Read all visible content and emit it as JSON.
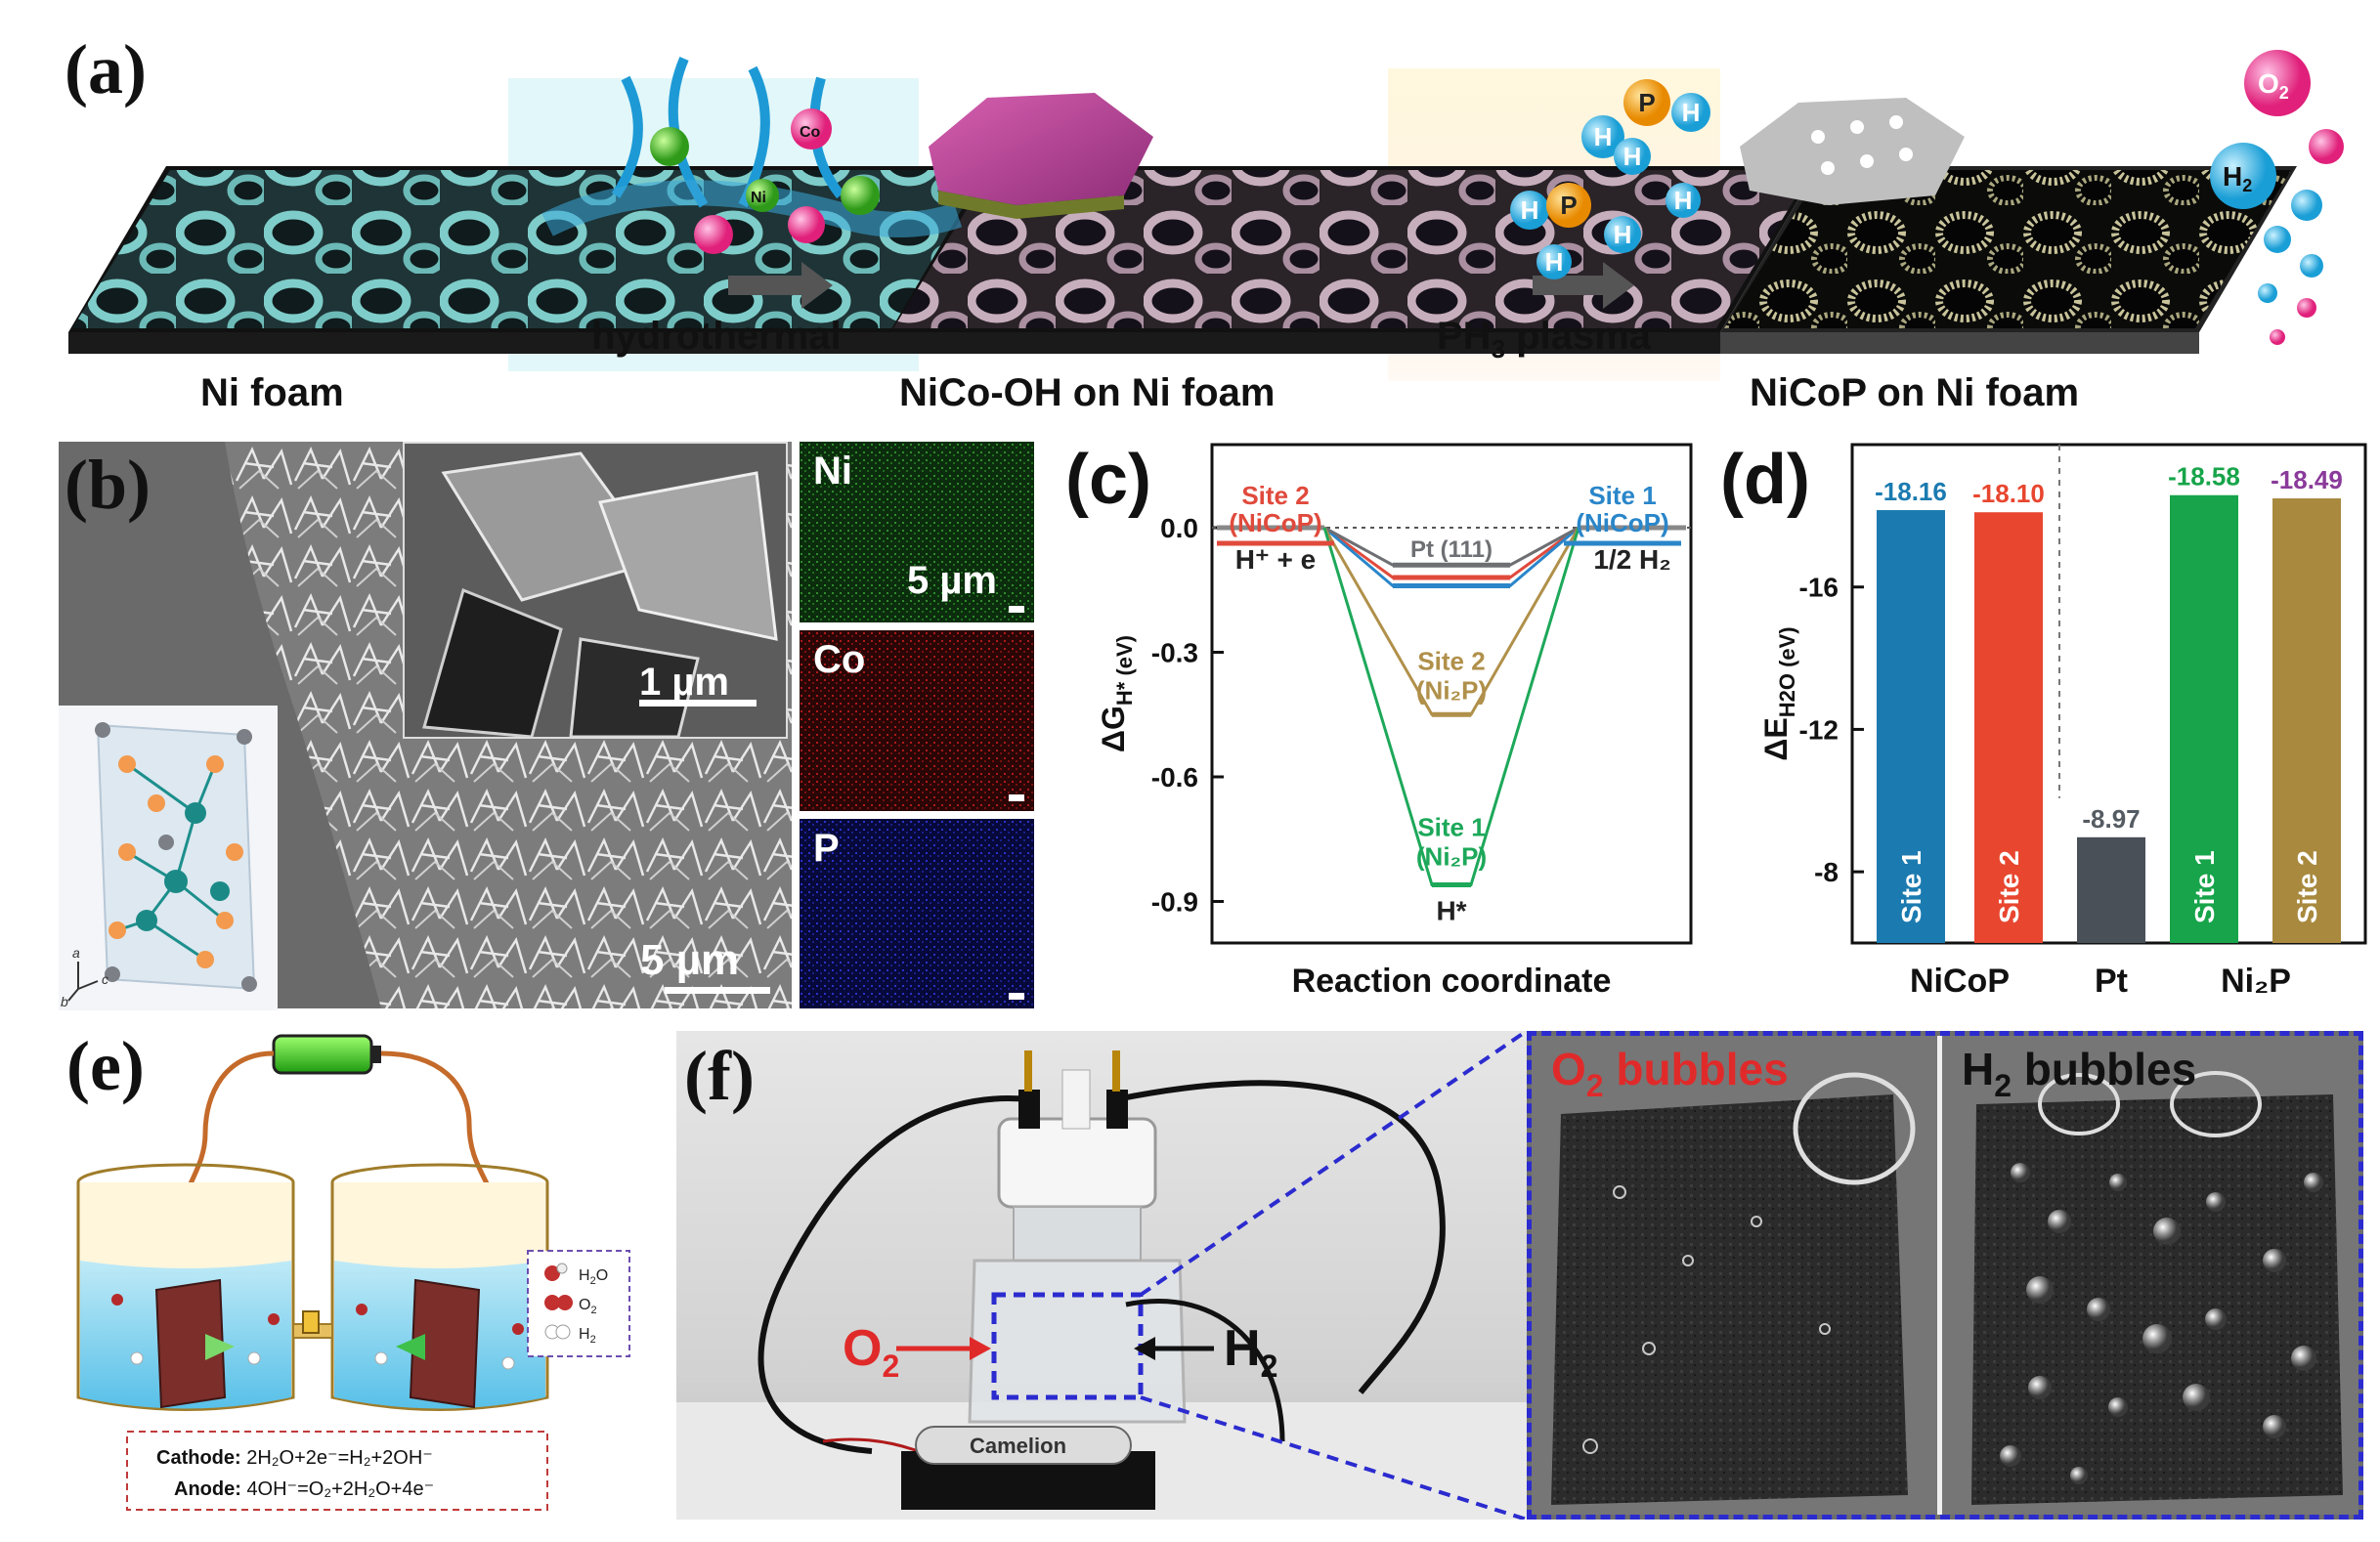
{
  "panels": {
    "a": {
      "label": "(a)",
      "ni_foam": "Ni foam",
      "step1": "hydrothermal",
      "nico_oh": "NiCo-OH on Ni foam",
      "step2_prefix": "PH",
      "step2_sub": "3",
      "step2_suffix": " plasma",
      "nicop": "NiCoP on Ni foam",
      "spheres": {
        "h": "H",
        "p": "P",
        "ni": "Ni",
        "co": "Co",
        "o2": "O",
        "o2_sub": "2",
        "h2": "H",
        "h2_sub": "2"
      }
    },
    "b": {
      "label": "(b)",
      "main_scale": "5 µm",
      "inset_scale": "1 µm",
      "axes": {
        "a": "a",
        "b": "b",
        "c": "c"
      },
      "maps": [
        {
          "element": "Ni",
          "scale": "5 µm",
          "color": "#1a6b1a"
        },
        {
          "element": "Co",
          "scale": "",
          "color": "#8a1010"
        },
        {
          "element": "P",
          "scale": "",
          "color": "#141a8c"
        }
      ]
    },
    "c": {
      "label": "(c)"
    },
    "d": {
      "label": "(d)"
    },
    "e": {
      "label": "(e)",
      "legend": [
        {
          "name": "H2O",
          "main": "H",
          "sub": "2",
          "tail": "O"
        },
        {
          "name": "O2",
          "main": "O",
          "sub": "2",
          "tail": ""
        },
        {
          "name": "H2",
          "main": "H",
          "sub": "2",
          "tail": ""
        }
      ],
      "cathode": {
        "label": "Cathode: ",
        "eq": "2H₂O+2e⁻=H₂+2OH⁻"
      },
      "anode": {
        "label": "Anode: ",
        "eq": "4OH⁻=O₂+2H₂O+4e⁻"
      }
    },
    "f": {
      "label": "(f)",
      "o2": "O",
      "o2_sub": "2",
      "h2": "H",
      "h2_sub": "2",
      "o2_bubbles_main": "O",
      "o2_bubbles_sub": "2",
      "o2_bubbles_tail": " bubbles",
      "h2_bubbles_main": "H",
      "h2_bubbles_sub": "2",
      "h2_bubbles_tail": " bubbles",
      "battery_text": "Camelion"
    }
  },
  "chart_data": [
    {
      "id": "c",
      "type": "line",
      "xlabel": "Reaction coordinate",
      "ylabel": "ΔG_H* (eV)",
      "ylim": [
        -1.0,
        0.2
      ],
      "yticks": [
        0.0,
        -0.3,
        -0.6,
        -0.9
      ],
      "ytick_labels": [
        "0.0",
        "-0.3",
        "-0.6",
        "-0.9"
      ],
      "states": [
        "H⁺ + e",
        "H*",
        "1/2 H₂"
      ],
      "series": [
        {
          "name": "Site 2 (NiCoP)",
          "line1": "Site 2",
          "line2": "(NiCoP)",
          "value": -0.12,
          "color": "#e04a3c"
        },
        {
          "name": "Site 1 (NiCoP)",
          "line1": "Site 1",
          "line2": "(NiCoP)",
          "value": -0.14,
          "color": "#2a86c9"
        },
        {
          "name": "Pt (111)",
          "line1": "Pt (111)",
          "line2": "",
          "value": -0.09,
          "color": "#6d6f73"
        },
        {
          "name": "Site 2 (Ni2P)",
          "line1": "Site 2",
          "line2": "(Ni₂P)",
          "value": -0.45,
          "color": "#b0904a"
        },
        {
          "name": "Site 1 (Ni2P)",
          "line1": "Site 1",
          "line2": "(Ni₂P)",
          "value": -0.86,
          "color": "#1da85a"
        }
      ]
    },
    {
      "id": "d",
      "type": "bar",
      "ylabel": "ΔE_H2O (eV)",
      "ylim": [
        -6,
        -20
      ],
      "yticks": [
        -8,
        -12,
        -16
      ],
      "ytick_labels": [
        "-8",
        "-12",
        "-16"
      ],
      "groups": [
        "NiCoP",
        "Pt",
        "Ni₂P"
      ],
      "bars": [
        {
          "label": "Site 1",
          "group": "NiCoP",
          "value": -18.16,
          "value_label": "-18.16",
          "color": "#1b7bb0",
          "label_color": "#1b7bb0"
        },
        {
          "label": "Site 2",
          "group": "NiCoP",
          "value": -18.1,
          "value_label": "-18.10",
          "color": "#e8462f",
          "label_color": "#e8462f"
        },
        {
          "label": "",
          "group": "Pt",
          "value": -8.97,
          "value_label": "-8.97",
          "color": "#4a5058",
          "label_color": "#555b63"
        },
        {
          "label": "Site 1",
          "group": "Ni₂P",
          "value": -18.58,
          "value_label": "-18.58",
          "color": "#17a44a",
          "label_color": "#17a44a"
        },
        {
          "label": "Site 2",
          "group": "Ni₂P",
          "value": -18.49,
          "value_label": "-18.49",
          "color": "#a8893e",
          "label_color": "#8a3a9a"
        }
      ]
    }
  ]
}
